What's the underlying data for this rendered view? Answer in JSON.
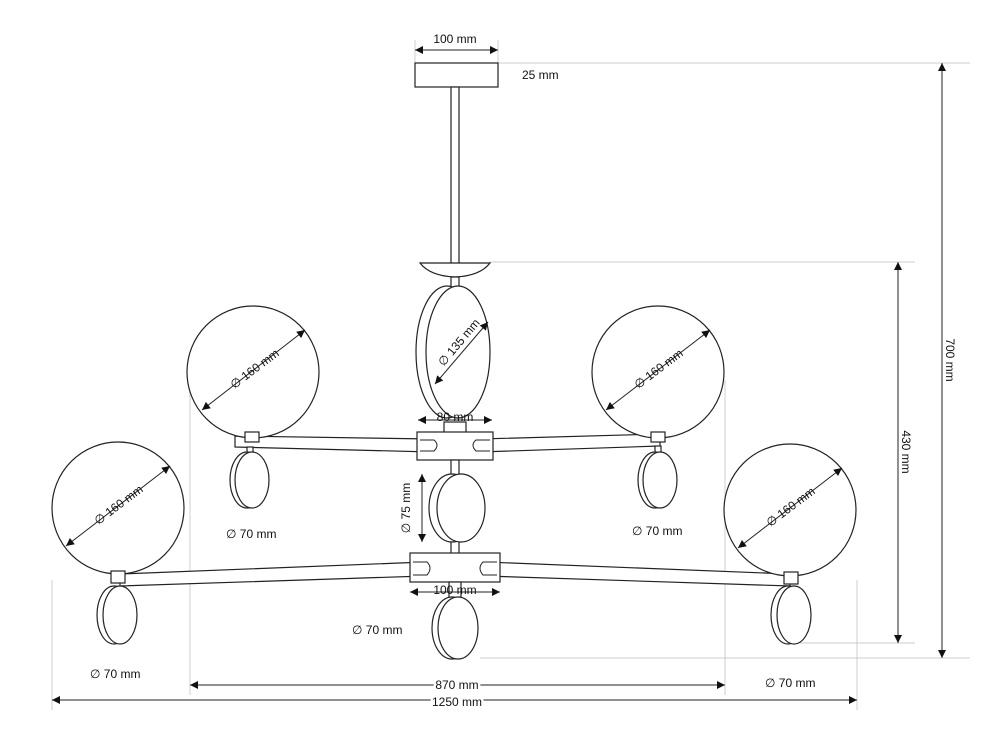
{
  "dimensions": {
    "canopy_width": "100 mm",
    "canopy_height": "25 mm",
    "total_height": "700 mm",
    "body_height": "430 mm",
    "inner_span": "870 mm",
    "total_width": "1250 mm",
    "top_disc": "∅ 135 mm",
    "upper_hub": "80 mm",
    "lower_hub": "100 mm",
    "middle_disc": "∅ 75 mm",
    "globe_upper_left": "∅ 160 mm",
    "globe_upper_right": "∅ 160 mm",
    "globe_lower_left": "∅ 160 mm",
    "globe_lower_right": "∅ 160 mm",
    "small_disc_upper_left": "∅ 70 mm",
    "small_disc_upper_right": "∅ 70 mm",
    "small_disc_lower_left": "∅ 70 mm",
    "small_disc_lower_right": "∅ 70 mm",
    "small_disc_bottom": "∅ 70 mm"
  }
}
